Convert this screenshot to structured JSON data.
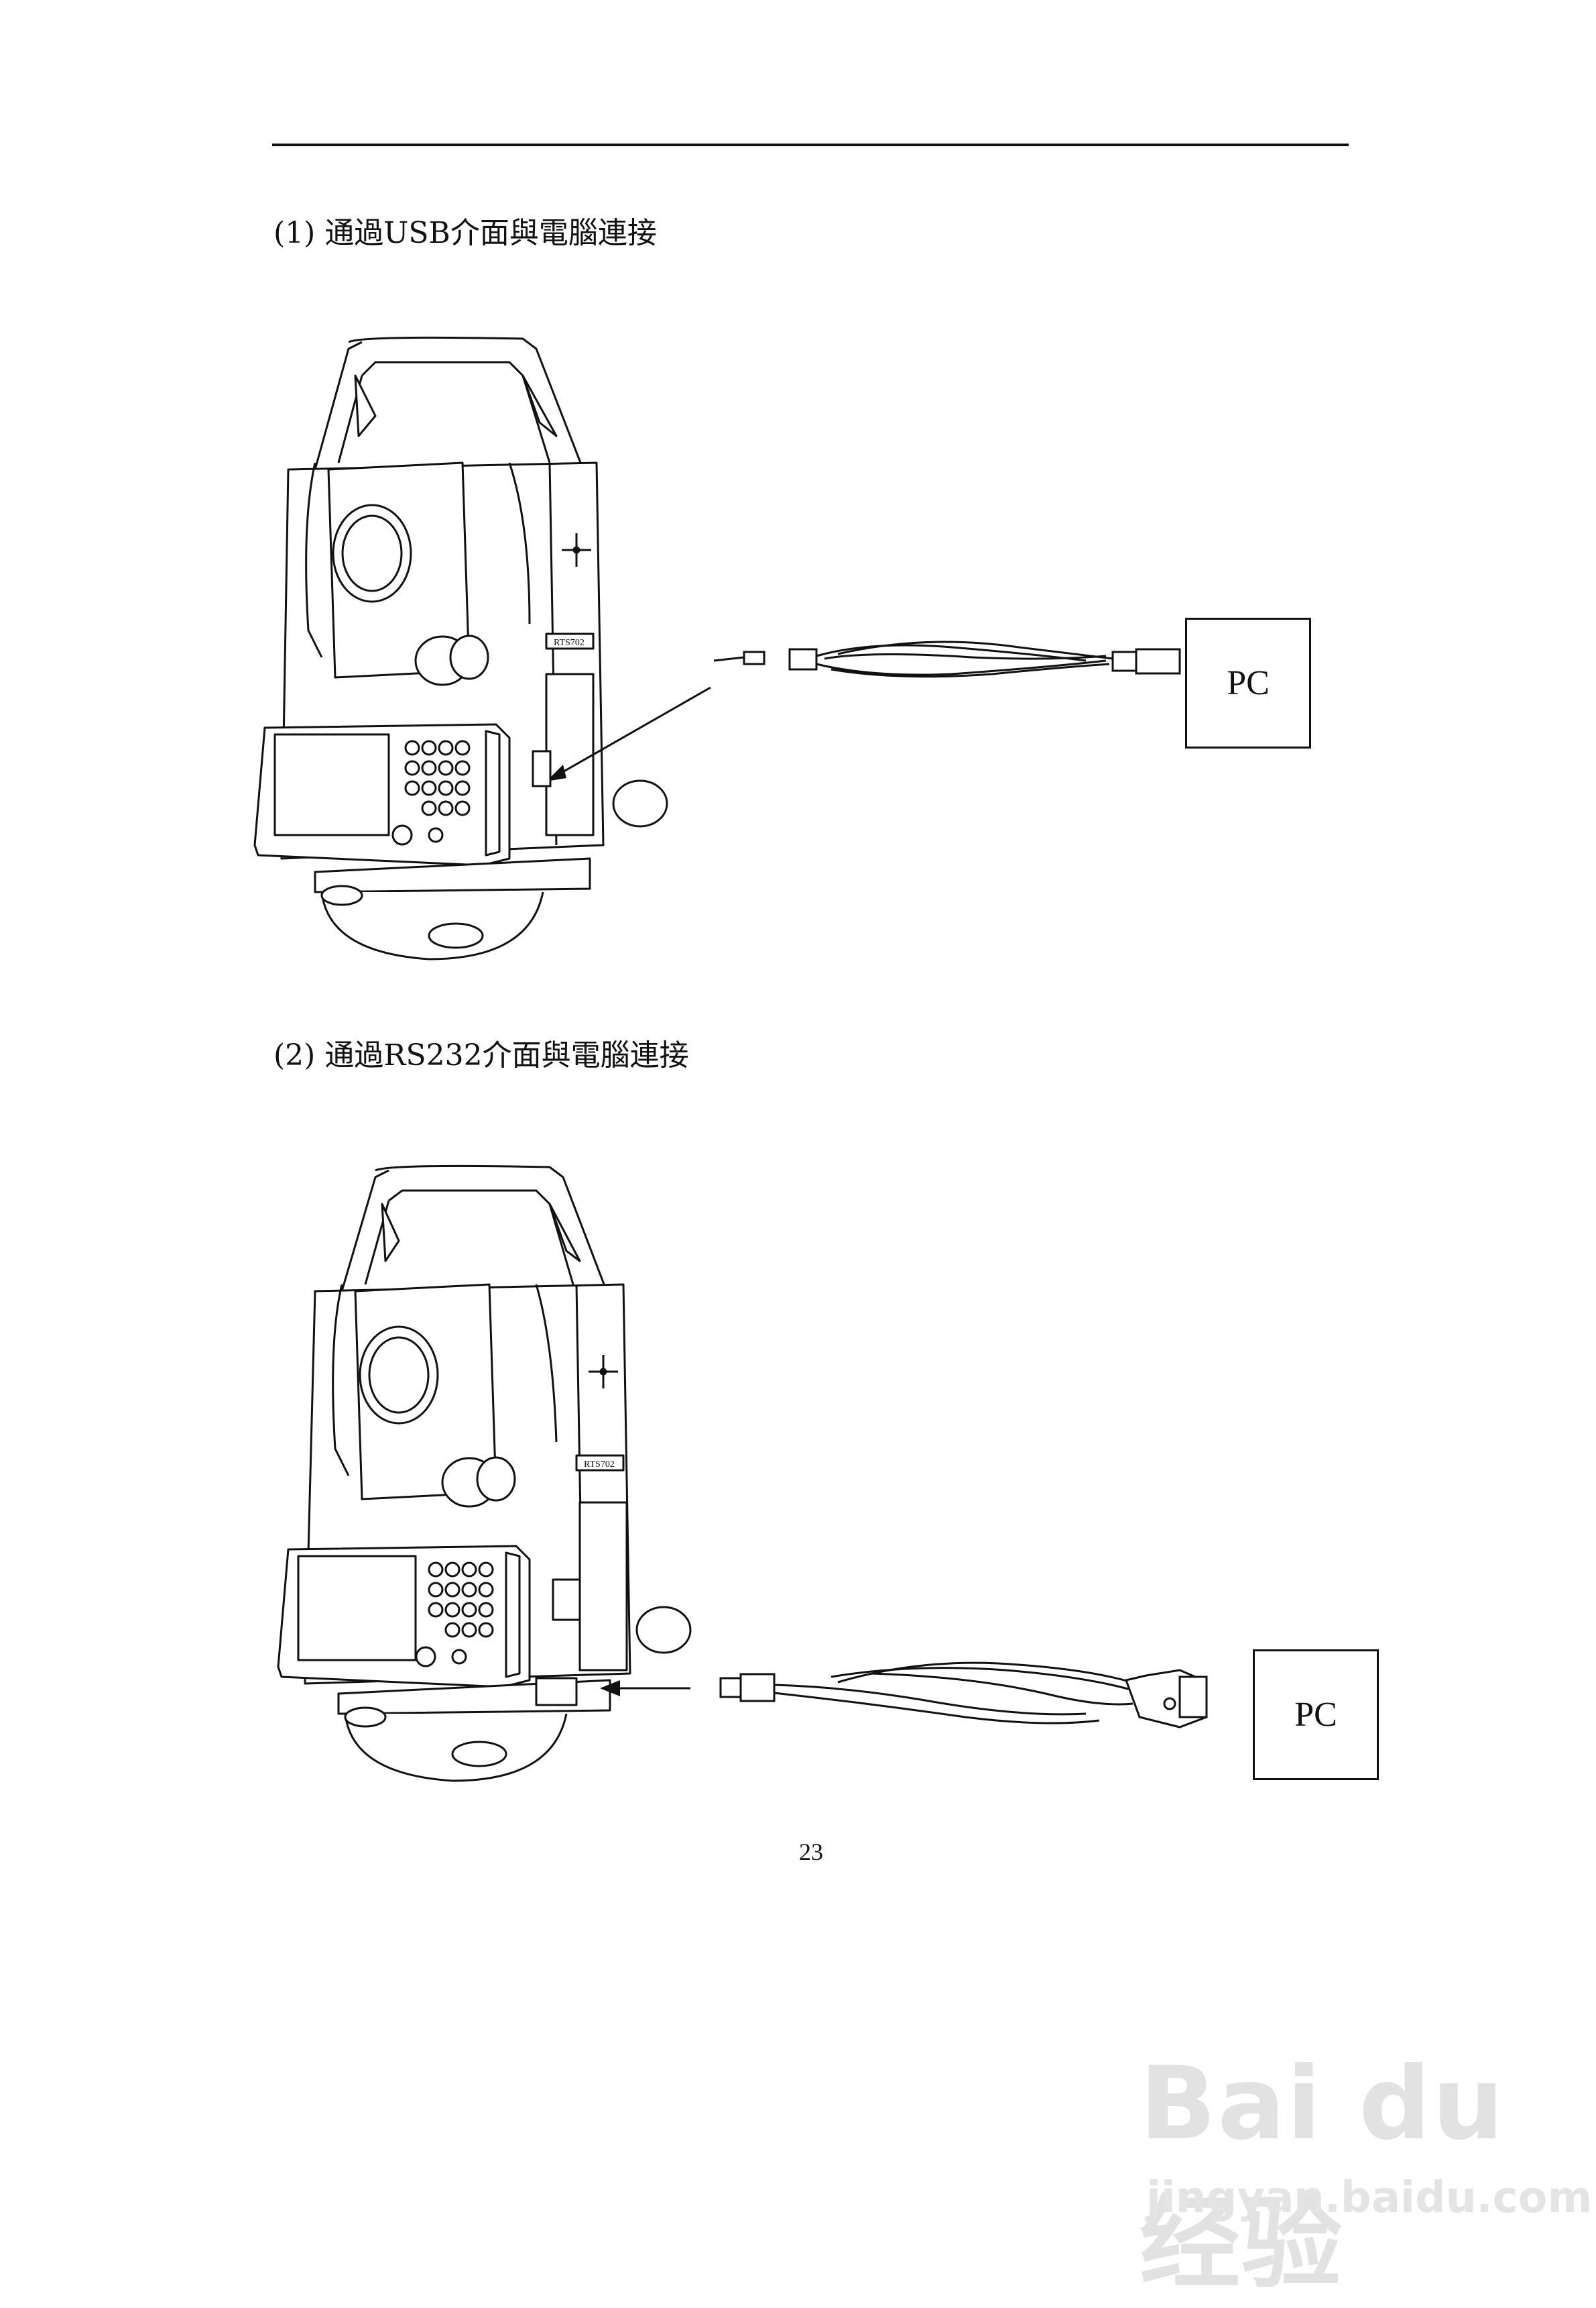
{
  "section1": {
    "heading": "(1) 通過USB介面與電腦連接",
    "device_label": "RTS702",
    "pc_label": "PC"
  },
  "section2": {
    "heading": "(2) 通過RS232介面與電腦連接",
    "device_label": "RTS702",
    "pc_label": "PC"
  },
  "page_number": "23",
  "watermark": {
    "brand": "Bai du 经验",
    "url": "jingyan.baidu.com"
  },
  "colors": {
    "ink": "#111111",
    "watermark": "#e2e2e2",
    "background": "#ffffff"
  }
}
